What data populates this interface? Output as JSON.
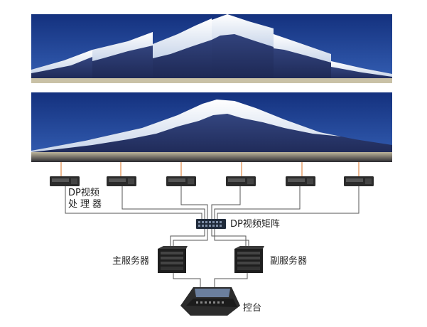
{
  "labels": {
    "processor_line1": "DP视频",
    "processor_line2": "处理器",
    "matrix": "DP视频矩阵",
    "main_server": "主服务器",
    "backup_server": "副服务器",
    "console": "控台"
  },
  "panels": {
    "top": {
      "description": "Mount Fuji image split across misaligned display panels"
    },
    "bottom": {
      "description": "Mount Fuji image shown seamlessly across display wall"
    }
  },
  "processor_count": 6,
  "colors": {
    "sky": "#1d3a8a",
    "snow": "#f4f7fb",
    "mountain": "#2b3f78",
    "ground": "#1a2233",
    "cable": "#555555",
    "cable_accent": "#e08a4a",
    "device": "#2a2a2a"
  },
  "icons": {
    "processor": "processor-unit-icon",
    "matrix": "matrix-switch-icon",
    "server": "server-tower-icon",
    "console": "control-console-icon"
  }
}
